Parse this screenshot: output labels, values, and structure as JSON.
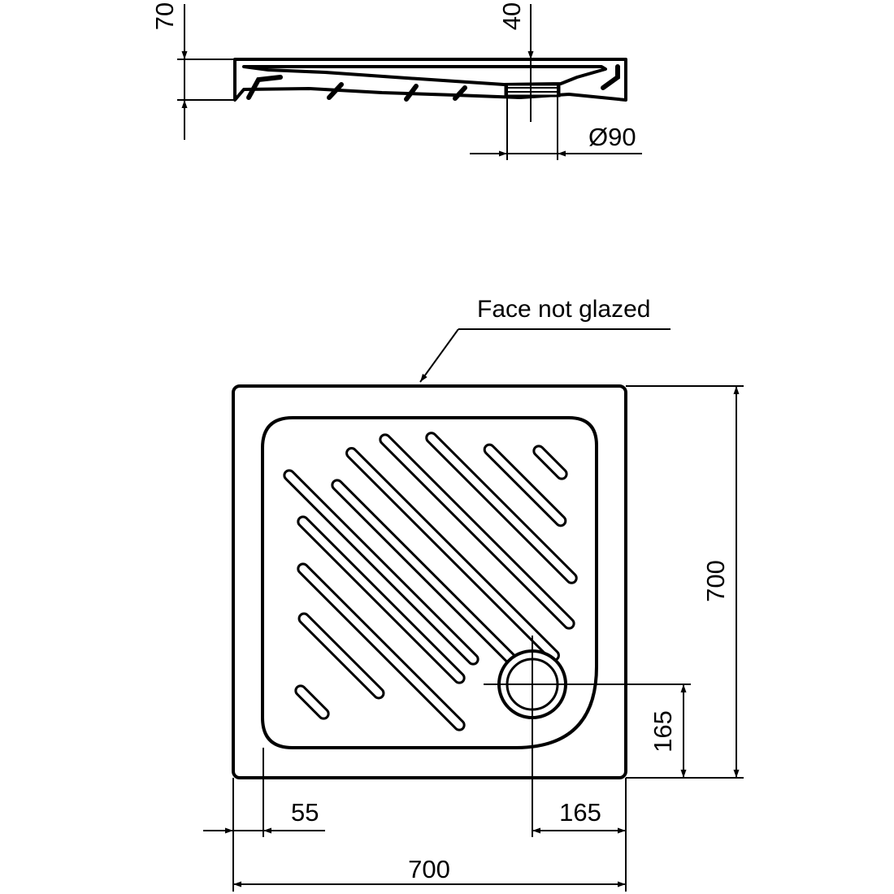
{
  "side_view": {
    "height_label": "70",
    "drain_depth_label": "40",
    "drain_diameter_label": "Ø90"
  },
  "plan_view": {
    "note_label": "Face not glazed",
    "height_label": "700",
    "drain_offset_y_label": "165",
    "rim_width_label": "55",
    "drain_offset_x_label": "165",
    "width_label": "700"
  },
  "colors": {
    "line": "#000000",
    "background": "#ffffff"
  }
}
